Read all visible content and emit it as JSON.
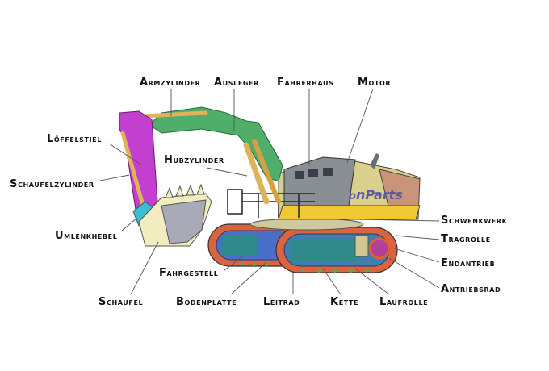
{
  "labels": {
    "armzylinder": "Armzylinder",
    "ausleger": "Ausleger",
    "fahrerhaus": "Fahrerhaus",
    "motor": "Motor",
    "loeffelstiel": "Löffelstiel",
    "hubzylinder": "Hubzylinder",
    "schaufelzylinder": "Schaufelzylinder",
    "umlenkhebel": "Umlenkhebel",
    "schwenkwerk": "Schwenkwerk",
    "tragrolle": "Tragrolle",
    "endantrieb": "Endantrieb",
    "antriebsrad": "Antriebsrad",
    "fahrgestell": "Fahrgestell",
    "schaufel": "Schaufel",
    "bodenplatte": "Bodenplatte",
    "leitrad": "Leitrad",
    "kette": "Kette",
    "laufrolle": "Laufrolle"
  },
  "logo_text": "onParts",
  "colors": {
    "boom": "#4fae6a",
    "stick": "#c23fd0",
    "cylinder": "#e0b25a",
    "body": "#d8d08c",
    "track": "#d9643e",
    "frame": "#4a6fc8"
  }
}
